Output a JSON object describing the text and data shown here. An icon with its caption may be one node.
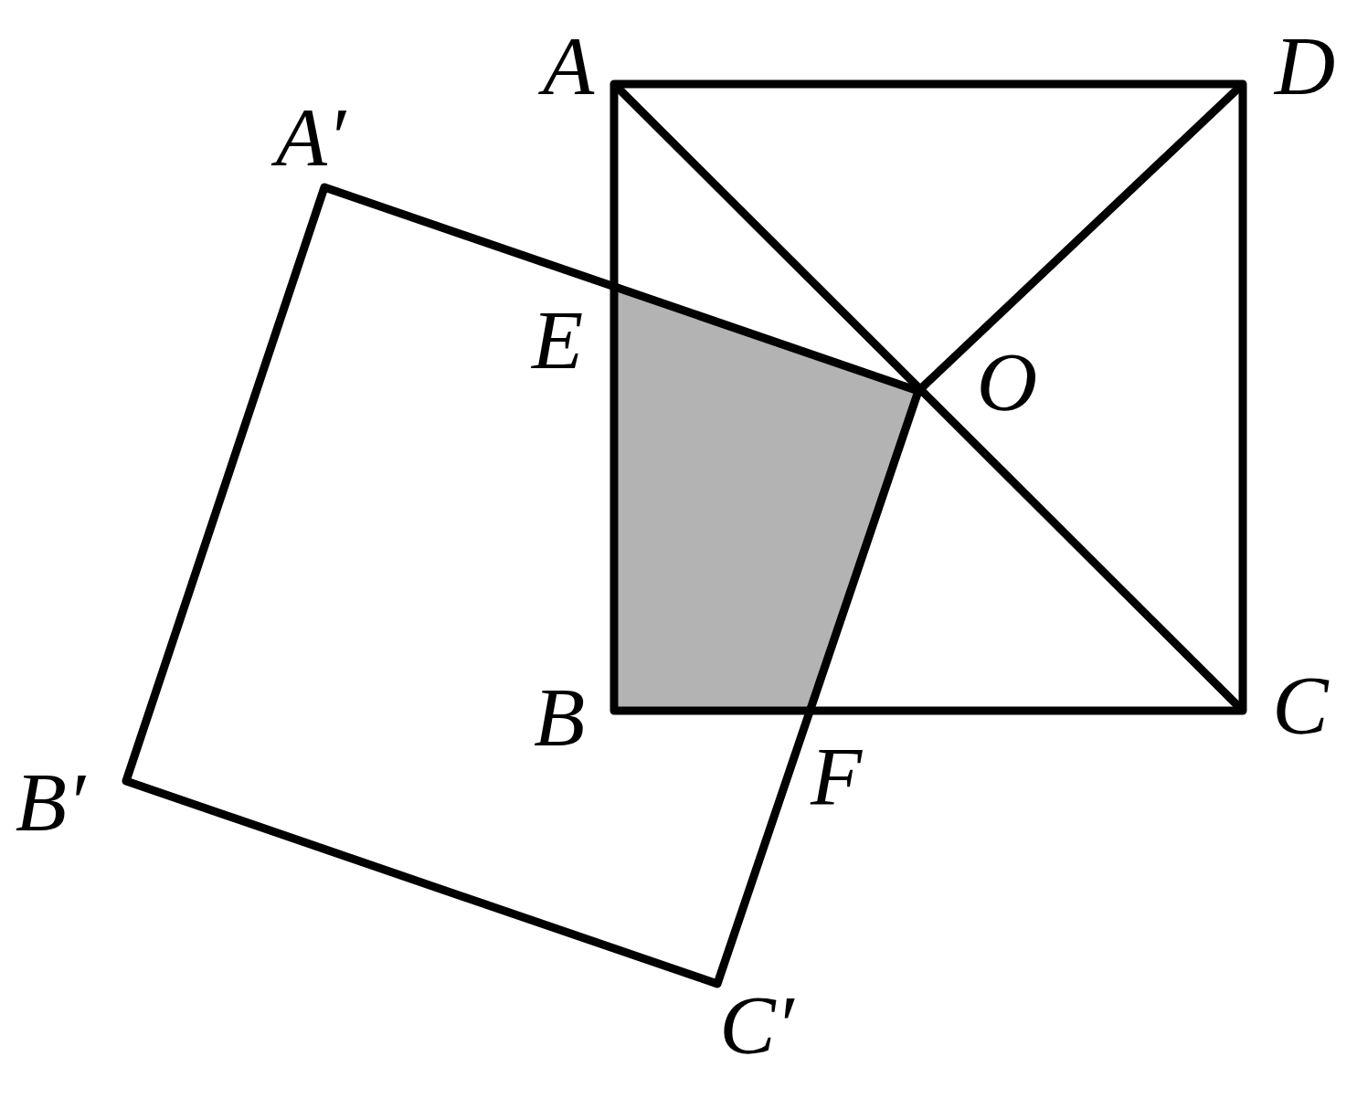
{
  "diagram": {
    "labels": [
      "A",
      "D",
      "A′",
      "E",
      "O",
      "B",
      "C",
      "F",
      "B′",
      "C′"
    ]
  }
}
